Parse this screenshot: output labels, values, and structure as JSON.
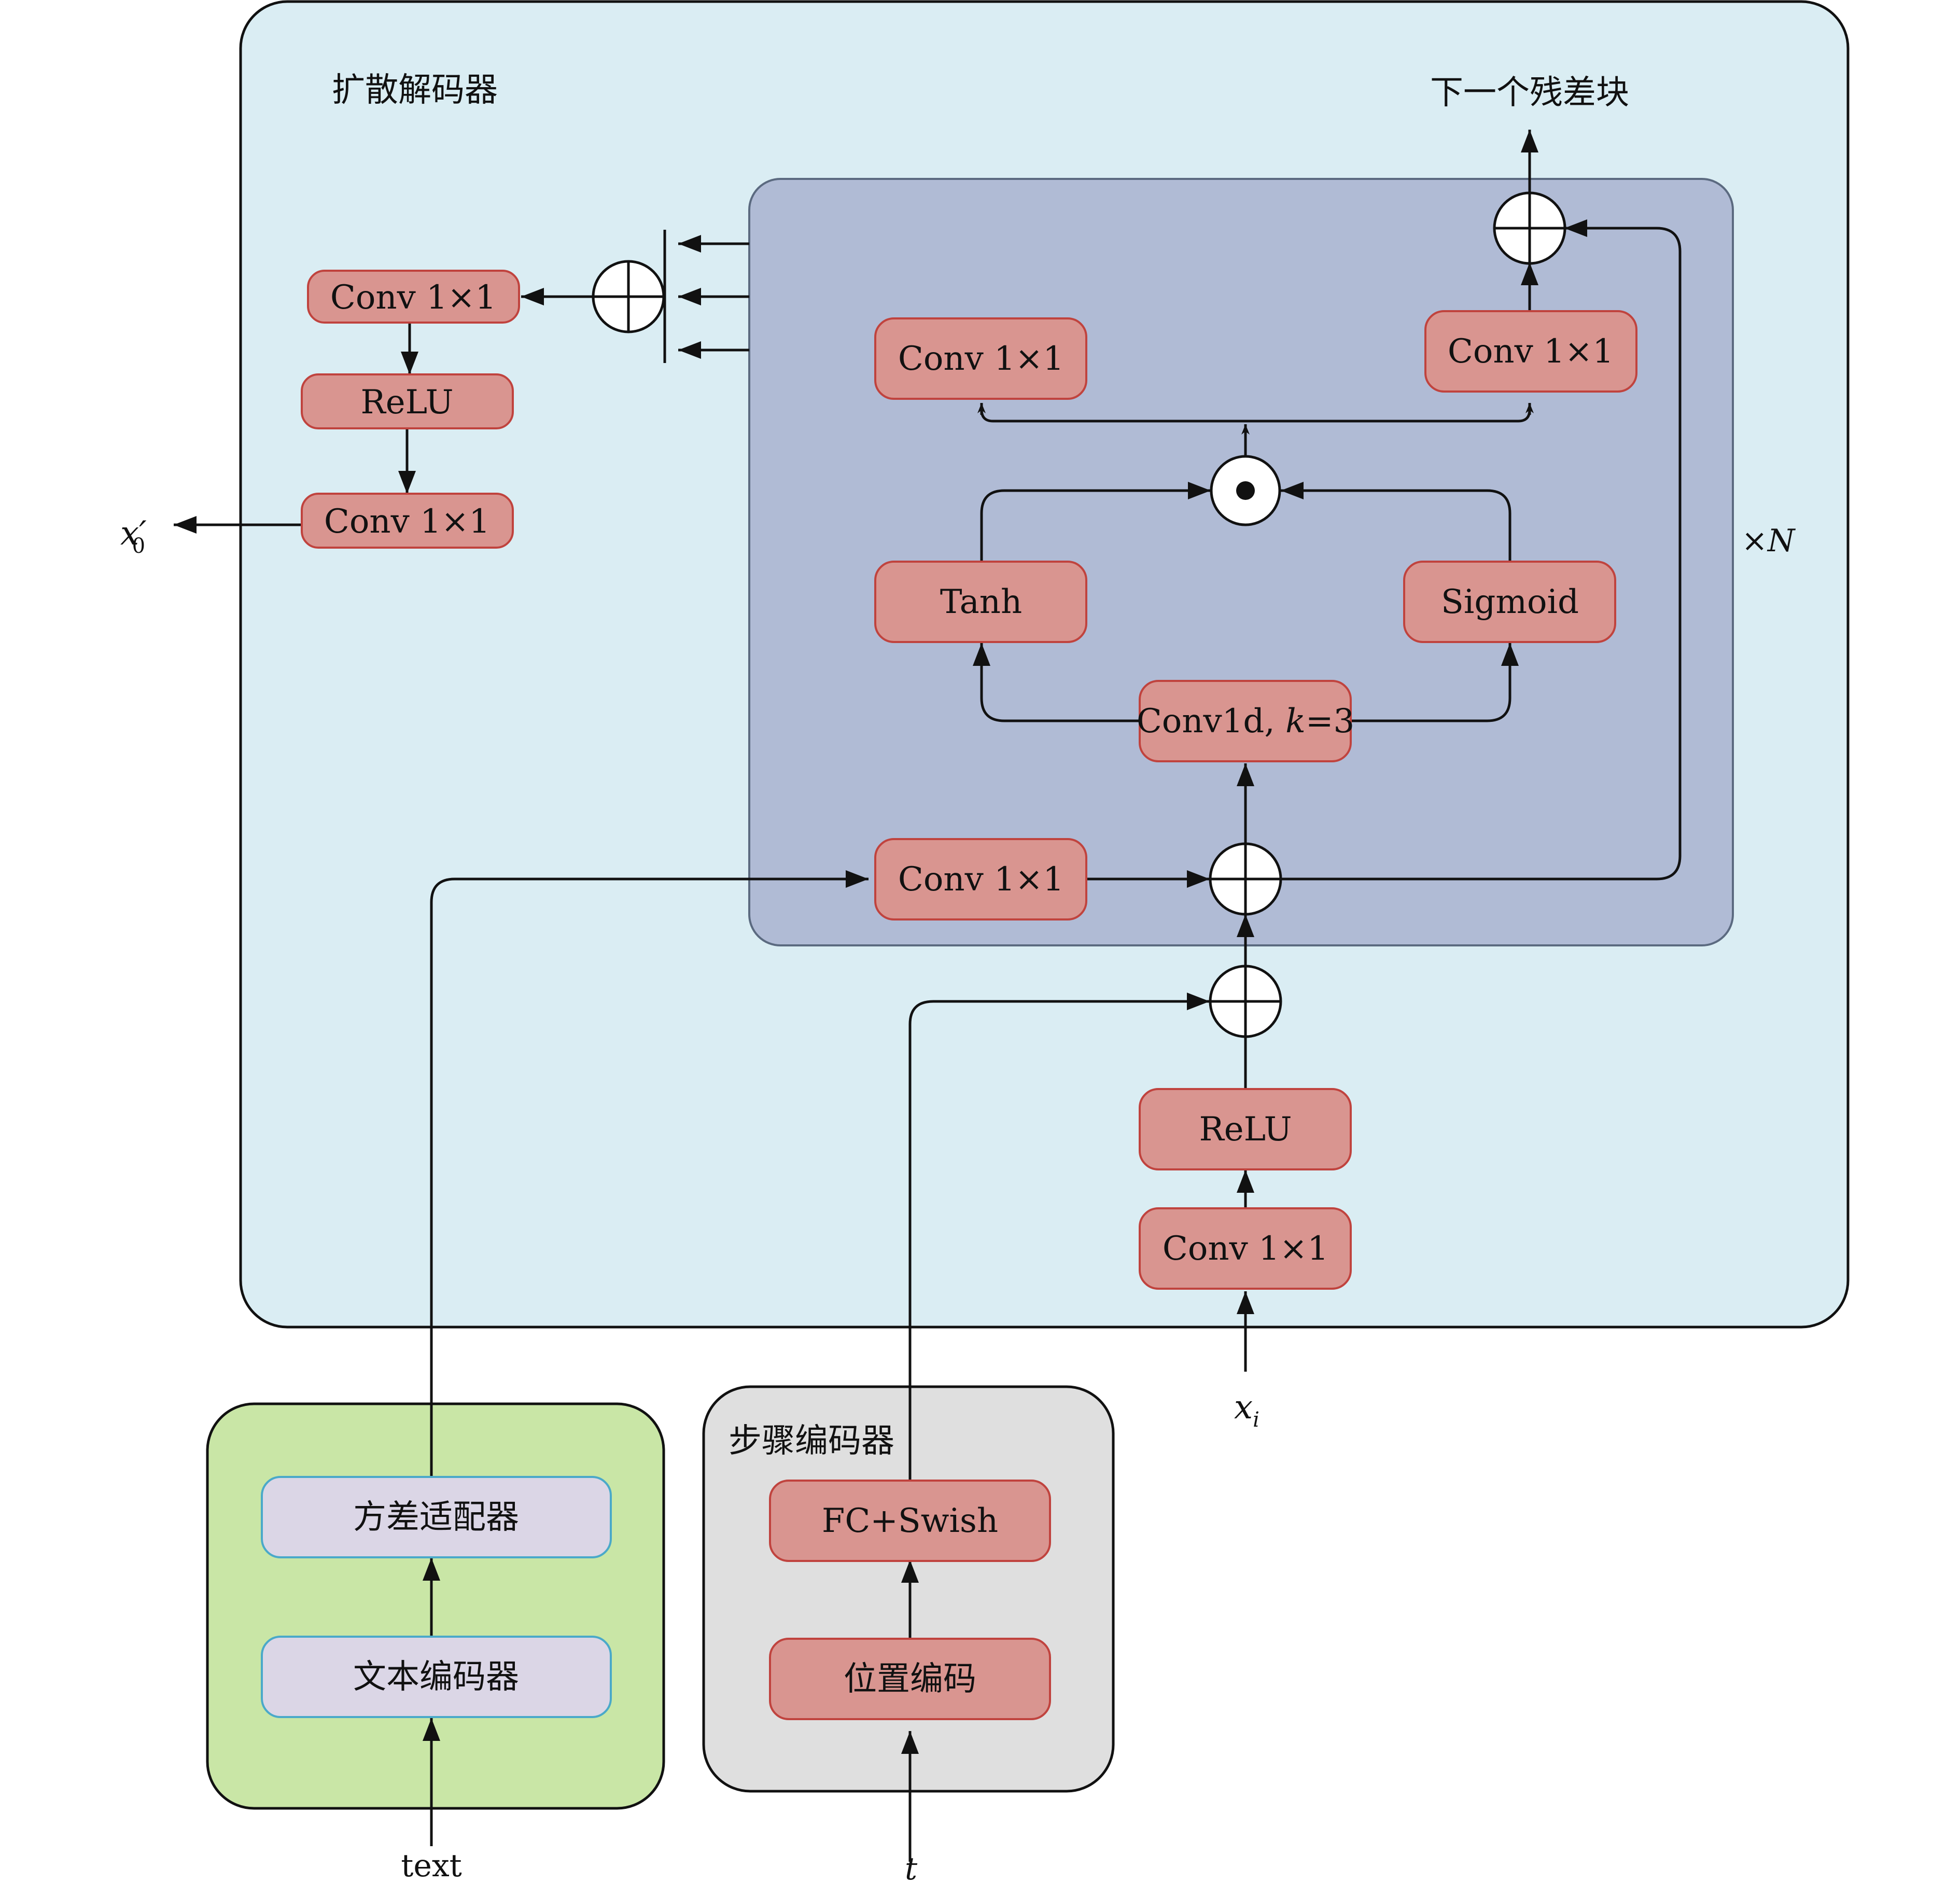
{
  "colors": {
    "decoder_bg": "#daedf3",
    "residual_bg": "#b0bbd5",
    "text_enc_bg": "#c9e6a6",
    "step_enc_bg": "#dfdfdf",
    "op_fill": "#d99590",
    "op_stroke": "#c0433e",
    "lilac_fill": "#dbd6e6",
    "lilac_stroke": "#4aa9c9",
    "line": "#111111"
  },
  "labels": {
    "decoder_title": "扩散解码器",
    "next_block": "下一个残差块",
    "repeat": "×N",
    "x0": "x′",
    "x0_sub": "0",
    "xi": "x",
    "xi_sub": "i",
    "step_encoder_title": "步骤编码器",
    "text_input": "text",
    "t_input": "t"
  },
  "decoder_head": {
    "conv_top": "Conv 1×1",
    "relu": "ReLU",
    "conv_bottom": "Conv 1×1"
  },
  "residual_block": {
    "skip_conv": "Conv 1×1",
    "res_conv": "Conv 1×1",
    "tanh": "Tanh",
    "sigmoid": "Sigmoid",
    "conv1d": "Conv1d, ",
    "conv1d_k": "k",
    "conv1d_eq": "=3",
    "cond_conv": "Conv 1×1"
  },
  "input_stem": {
    "relu": "ReLU",
    "conv": "Conv 1×1"
  },
  "text_encoder": {
    "variance_adaptor": "方差适配器",
    "text_encoder": "文本编码器"
  },
  "step_encoder": {
    "fc_swish": "FC+Swish",
    "pos_enc": "位置编码"
  }
}
